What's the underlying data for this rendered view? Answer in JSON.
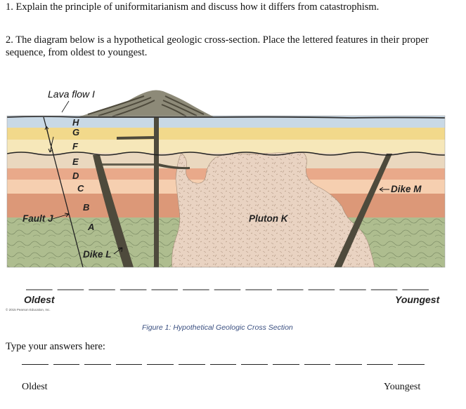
{
  "question1": "1. Explain the principle of uniformitarianism and discuss how it differs from catastrophism.",
  "question2": "2. The diagram below is a hypothetical geologic cross-section. Place the lettered features in their proper sequence, from oldest to youngest.",
  "diagram": {
    "layer_letters": [
      "H",
      "G",
      "F",
      "E",
      "D",
      "C",
      "B",
      "A"
    ],
    "lava_flow_label": "Lava flow I",
    "fault_label": "Fault J",
    "dike_l_label": "Dike L",
    "dike_m_label": "Dike M",
    "pluton_label": "Pluton K",
    "oldest_label": "Oldest",
    "youngest_label": "Youngest",
    "copyright": "© 2015 Pearson Education, Inc.",
    "caption": "Figure 1: Hypothetical Geologic Cross Section",
    "colors": {
      "sky_layer": "#c9d9e6",
      "layer_yellow": "#f2d98b",
      "layer_cream": "#f6e7b9",
      "layer_tan": "#ead8bf",
      "layer_salmon": "#e9a98a",
      "layer_peach": "#f6cfb0",
      "layer_rust": "#dc9878",
      "basement": "#aebd8f",
      "pluton": "#e9d3c2",
      "dike": "#4e4a3c"
    }
  },
  "answer_prompt": "Type your answers here:",
  "answer_oldest": "Oldest",
  "answer_youngest": "Youngest"
}
